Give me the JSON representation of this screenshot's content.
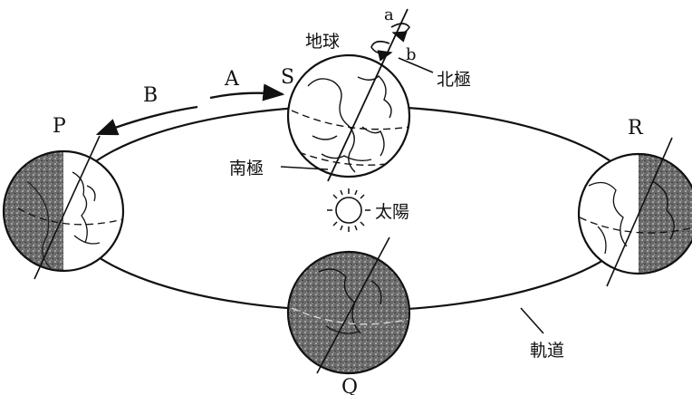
{
  "labels": {
    "earth": "地球",
    "north_pole": "北極",
    "south_pole": "南極",
    "sun": "太陽",
    "orbit": "軌道",
    "pos_p": "P",
    "pos_q": "Q",
    "pos_r": "R",
    "pos_s": "S",
    "arrow_a": "A",
    "arrow_b": "B",
    "rot_a": "a",
    "rot_b": "b"
  },
  "colors": {
    "ink": "#111111",
    "night_shade": "#555555",
    "background": "#ffffff"
  }
}
